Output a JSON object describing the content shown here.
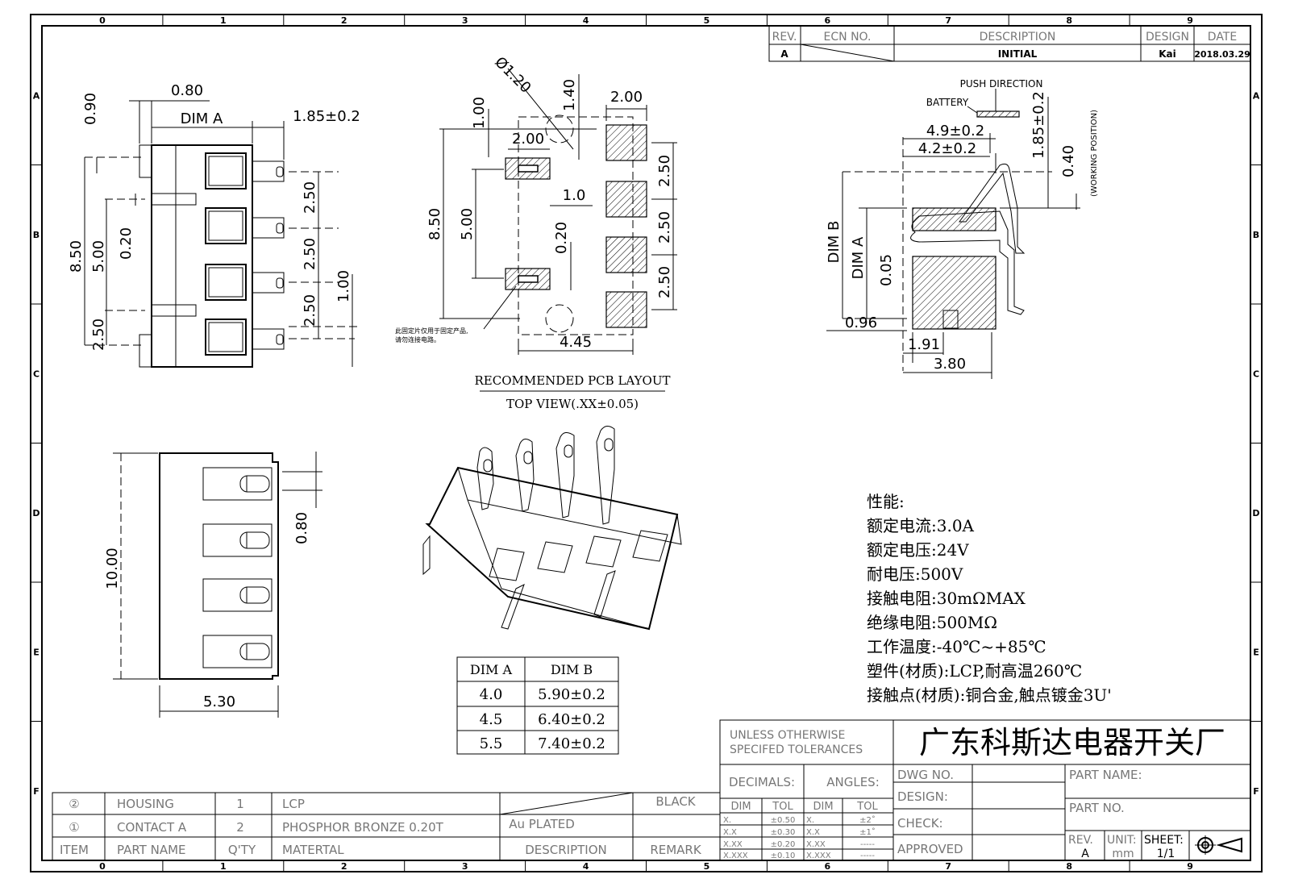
{
  "zones": {
    "columns": [
      "0",
      "1",
      "2",
      "3",
      "4",
      "5",
      "6",
      "7",
      "8",
      "9"
    ],
    "rows": [
      "A",
      "B",
      "C",
      "D",
      "E",
      "F"
    ]
  },
  "revision_block": {
    "headers": {
      "rev": "REV.",
      "ecn": "ECN NO.",
      "description": "DESCRIPTION",
      "design": "DESIGN",
      "date": "DATE"
    },
    "row": {
      "rev": "A",
      "description": "INITIAL",
      "design": "Kai",
      "date": "2018.03.29"
    }
  },
  "front_view": {
    "dims": [
      "0.80",
      "0.90",
      "DIM A",
      "1.85±0.2",
      "2.50",
      "2.50",
      "2.50",
      "1.00",
      "8.50",
      "5.00",
      "0.20",
      "2.50"
    ]
  },
  "pcb_layout": {
    "dims": [
      "Ø1.20",
      "1.40",
      "2.00",
      "1.00",
      "2.00",
      "1.0",
      "8.50",
      "5.00",
      "0.20",
      "2.50",
      "2.50",
      "2.50",
      "4.45"
    ],
    "note_line1": "此固定片仅用于固定产品,",
    "note_line2": "请勿连接电路。",
    "title": "RECOMMENDED PCB LAYOUT",
    "subtitle": "TOP VIEW(.XX±0.05)"
  },
  "side_view": {
    "push_direction": "PUSH DIRECTION",
    "battery": "BATTERY",
    "dims": [
      "4.9±0.2",
      "4.2±0.2",
      "1.85±0.2",
      "0.40",
      "DIM B",
      "DIM A",
      "0.05",
      "0.96",
      "1.91",
      "3.80"
    ],
    "working_position": "(WORKING POSITION)"
  },
  "bottom_view": {
    "dims": [
      "0.80",
      "10.00",
      "5.30"
    ]
  },
  "dim_table": {
    "headers": [
      "DIM A",
      "DIM B"
    ],
    "rows": [
      [
        "4.0",
        "5.90±0.2"
      ],
      [
        "4.5",
        "6.40±0.2"
      ],
      [
        "5.5",
        "7.40±0.2"
      ]
    ]
  },
  "specs": [
    "性能:",
    "额定电流:3.0A",
    "额定电压:24V",
    "耐电压:500V",
    "接触电阻:30mΩMAX",
    "绝缘电阻:500MΩ",
    "工作温度:-40℃~+85℃",
    "塑件(材质):LCP,耐高温260℃",
    "接触点(材质):铜合金,触点镀金3U'"
  ],
  "title_block": {
    "tolerance_header_1": "UNLESS OTHERWISE",
    "tolerance_header_2": "SPECIFED TOLERANCES",
    "company": "广东科斯达电器开关厂",
    "decimals": "DECIMALS:",
    "angles": "ANGLES:",
    "dim": "DIM",
    "tol": "TOL",
    "decimal_rows": [
      [
        "X.",
        "±0.50"
      ],
      [
        "X.X",
        "±0.30"
      ],
      [
        "X.XX",
        "±0.20"
      ],
      [
        "X.XXX",
        "±0.10"
      ]
    ],
    "angle_rows": [
      [
        "X.",
        "±2˚"
      ],
      [
        "X.X",
        "±1˚"
      ],
      [
        "X.XX",
        "-----"
      ],
      [
        "X.XXX",
        "-----"
      ]
    ],
    "dwg_no": "DWG NO.",
    "design": "DESIGN:",
    "check": "CHECK:",
    "approved": "APPROVED",
    "part_name": "PART NAME:",
    "part_no": "PART NO.",
    "rev_label": "REV.",
    "rev_value": "A",
    "unit_label": "UNIT:",
    "unit_value": "mm",
    "sheet_label": "SHEET:",
    "sheet_value": "1/1"
  },
  "bom": {
    "rows": [
      {
        "no": "②",
        "name": "HOUSING",
        "qty": "1",
        "material": "LCP",
        "description": "",
        "remark": "BLACK"
      },
      {
        "no": "①",
        "name": "CONTACT A",
        "qty": "2",
        "material": "PHOSPHOR BRONZE 0.20T",
        "description": "Au PLATED",
        "remark": ""
      }
    ],
    "header": {
      "no": "ITEM",
      "name": "PART NAME",
      "qty": "Q'TY",
      "material": "MATERTAL",
      "description": "DESCRIPTION",
      "remark": "REMARK"
    }
  }
}
